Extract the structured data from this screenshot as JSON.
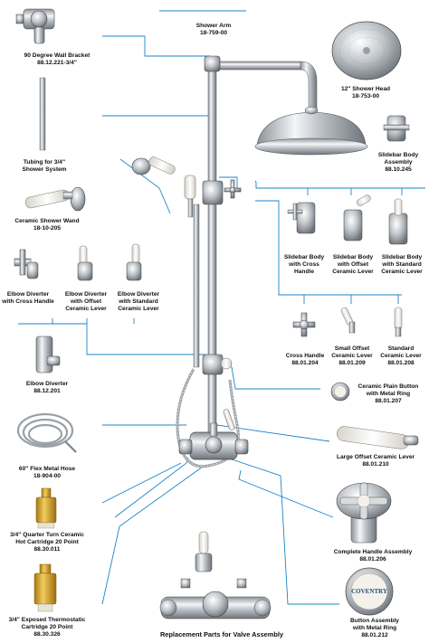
{
  "colors": {
    "leader": "#1a86c9",
    "chrome": "#c9ccd0",
    "porcelain": "#f4f1ea",
    "brass": "#d9a52a"
  },
  "title": "Replacement Parts for Valve Assembly",
  "parts": {
    "wall_bracket": {
      "name": "90 Degree Wall Bracket",
      "sku": "88.12.221-3/4\""
    },
    "tubing": {
      "name": "Tubing for 3/4\"",
      "name2": "Shower System"
    },
    "ceramic_wand": {
      "name": "Ceramic Shower Wand",
      "sku": "18-10-205"
    },
    "elbow_cross": {
      "name": "Elbow Diverter",
      "name2": "with Cross Handle"
    },
    "elbow_offset": {
      "name": "Elbow Diverter",
      "name2": "with Offset",
      "name3": "Ceramic Lever"
    },
    "elbow_standard": {
      "name": "Elbow Diverter",
      "name2": "with Standard",
      "name3": "Ceramic Lever"
    },
    "elbow_diverter": {
      "name": "Elbow Diverter",
      "sku": "88.12.201"
    },
    "metal_hose": {
      "name": "60\" Flex Metal Hose",
      "sku": "18-904-00"
    },
    "hot_cartridge": {
      "name": "3/4\" Quarter Turn Ceramic",
      "name2": "Hot Cartridge 20 Point",
      "sku": "88.30.011"
    },
    "thermo_cartridge": {
      "name": "3/4\" Exposed Thermostatic",
      "name2": "Cartridge 20 Point",
      "sku": "88.30.326"
    },
    "shower_arm": {
      "name": "Shower Arm",
      "sku": "18-759-00"
    },
    "shower_head": {
      "name": "12\" Shower Head",
      "sku": "18-753-00"
    },
    "slidebar_body": {
      "name": "Slidebar Body",
      "name2": "Assembly",
      "sku": "88.10.245"
    },
    "slidebar_cross": {
      "name": "Slidebar Body",
      "name2": "with Cross",
      "name3": "Handle"
    },
    "slidebar_offset": {
      "name": "Slidebar Body",
      "name2": "with Offset",
      "name3": "Ceramic Lever"
    },
    "slidebar_standard": {
      "name": "Slidebar Body",
      "name2": "with Standard",
      "name3": "Ceramic Lever"
    },
    "cross_handle": {
      "name": "Cross Handle",
      "sku": "88.01.204"
    },
    "small_offset": {
      "name": "Small Offset",
      "name2": "Ceramic Lever",
      "sku": "88.01.209"
    },
    "standard_lever": {
      "name": "Standard",
      "name2": "Ceramic Lever",
      "sku": "88.01.208"
    },
    "plain_button": {
      "name": "Ceramic Plain Button",
      "name2": "with Metal Ring",
      "sku": "88.01.207"
    },
    "large_offset": {
      "name": "Large Offset Ceramic Lever",
      "sku": "88.01.210"
    },
    "complete_handle": {
      "name": "Complete Handle Assembly",
      "sku": "88.01.206"
    },
    "button_assembly": {
      "name": "Button Assembly",
      "name2": "with Metal Ring",
      "sku": "88.01.212"
    }
  },
  "button_logo_text": "COVENTRY"
}
